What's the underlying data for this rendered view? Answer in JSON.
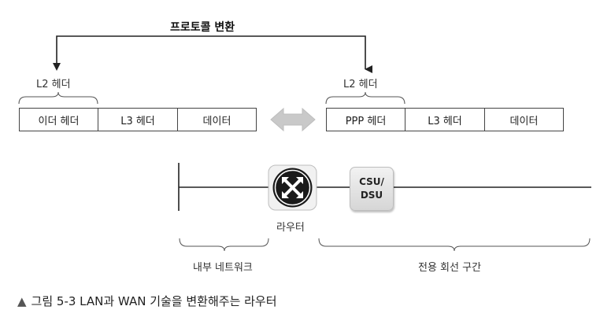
{
  "protocol_conversion_label": "프로토콜 변환",
  "left_frame": {
    "l2_label": "L2 헤더",
    "cells": [
      "이더 헤더",
      "L3 헤더",
      "데이터"
    ]
  },
  "right_frame": {
    "l2_label": "L2 헤더",
    "cells": [
      "PPP 헤더",
      "L3 헤더",
      "데이터"
    ]
  },
  "router_label": "라우터",
  "csu_dsu": {
    "line1": "CSU/",
    "line2": "DSU"
  },
  "internal_network_label": "내부 네트워크",
  "leased_line_label": "전용 회선 구간",
  "caption": {
    "marker": "▲",
    "text": "그림 5-3 LAN과 WAN 기술을 변환해주는 라우터"
  },
  "colors": {
    "line": "#222222",
    "arrow_gray": "#c8c8c8",
    "router_fill": "#1a1a1a"
  }
}
